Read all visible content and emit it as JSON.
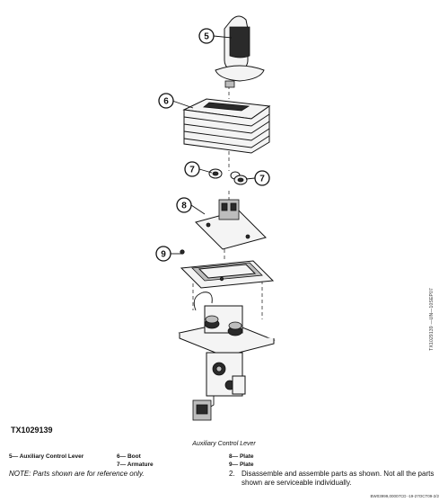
{
  "figure": {
    "id": "TX1029139",
    "side_code": "TX1029139 —UN—10SEP07",
    "caption": "Auxiliary Control Lever",
    "callouts": [
      {
        "num": "5"
      },
      {
        "num": "6"
      },
      {
        "num": "7"
      },
      {
        "num": "7"
      },
      {
        "num": "8"
      },
      {
        "num": "9"
      }
    ]
  },
  "legend": [
    {
      "num": "5",
      "label": "Auxiliary Control Lever"
    },
    {
      "num": "6",
      "label": "Boot"
    },
    {
      "num": "7",
      "label": "Armature"
    },
    {
      "num": "8",
      "label": "Plate"
    },
    {
      "num": "9",
      "label": "Plate"
    }
  ],
  "note": "NOTE: Parts shown are for reference only.",
  "step": {
    "number": "2.",
    "text": "Disassemble and assemble parts as shown. Not all the parts shown are serviceable individually."
  },
  "footer": "BW03999,00007CD -19-27OCT09-2/2"
}
